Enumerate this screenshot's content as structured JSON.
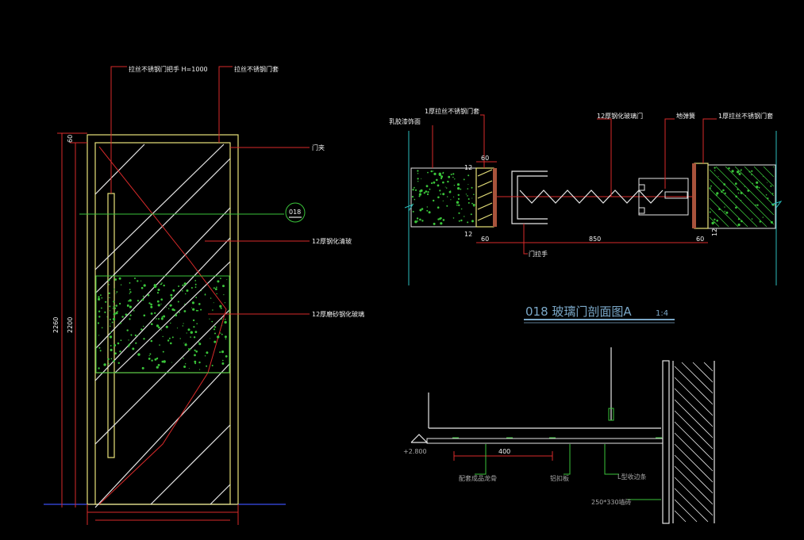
{
  "elevation": {
    "labels": {
      "handle": "拉丝不锈钢门把手 H=1000",
      "door_cover": "拉丝不锈钢门套",
      "door_clip": "门夹",
      "clear_glass": "12厚钢化清玻",
      "frosted_glass": "12厚磨砂钢化玻璃",
      "section_ref": "018"
    },
    "dimensions": {
      "top": "60",
      "overall": "2260",
      "inner": "2200"
    }
  },
  "plan_section": {
    "labels": {
      "latex_paint": "乳胶漆饰面",
      "cover_left": "1厚拉丝不锈钢门套",
      "glass_door": "12厚钢化玻璃门",
      "floor_spring": "地弹簧",
      "cover_right": "1厚拉丝不锈钢门套",
      "door_pull": "门拉手"
    },
    "dimensions": {
      "left_top": "60",
      "left_bottom": "60",
      "span": "850",
      "right_bottom": "60",
      "left_top_small": "12",
      "left_bottom_small": "12",
      "right_small": "12"
    },
    "title": "018  玻璃门剖面图A",
    "scale": "1:4"
  },
  "ceiling_section": {
    "labels": {
      "level": "+2.800",
      "spacing": "400",
      "keel": "配套成品龙骨",
      "buckle_plate": "铝扣板",
      "l_edge": "L型收边条",
      "tile": "250*330墙砖"
    }
  },
  "colors": {
    "background": "#000000",
    "frame": "#e8e27a",
    "leader": "#d82a2a",
    "glass": "#e6e6e6",
    "hatch": "#3ac43a",
    "wall": "#2bbbbb",
    "floor": "#3a4cf0",
    "title": "#7aa7c7"
  }
}
